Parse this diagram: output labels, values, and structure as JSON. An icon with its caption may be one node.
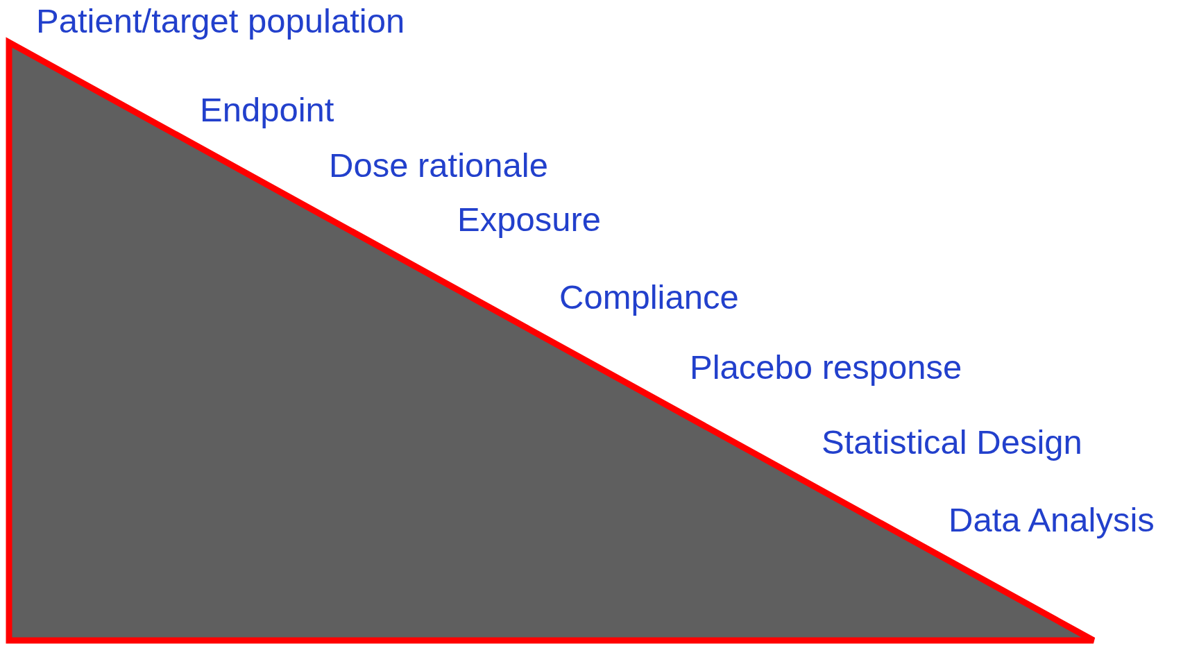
{
  "diagram": {
    "labels": [
      "Patient/target population",
      "Endpoint",
      "Dose rationale",
      "Exposure",
      "Compliance",
      "Placebo response",
      "Statistical Design",
      "Data Analysis"
    ]
  }
}
